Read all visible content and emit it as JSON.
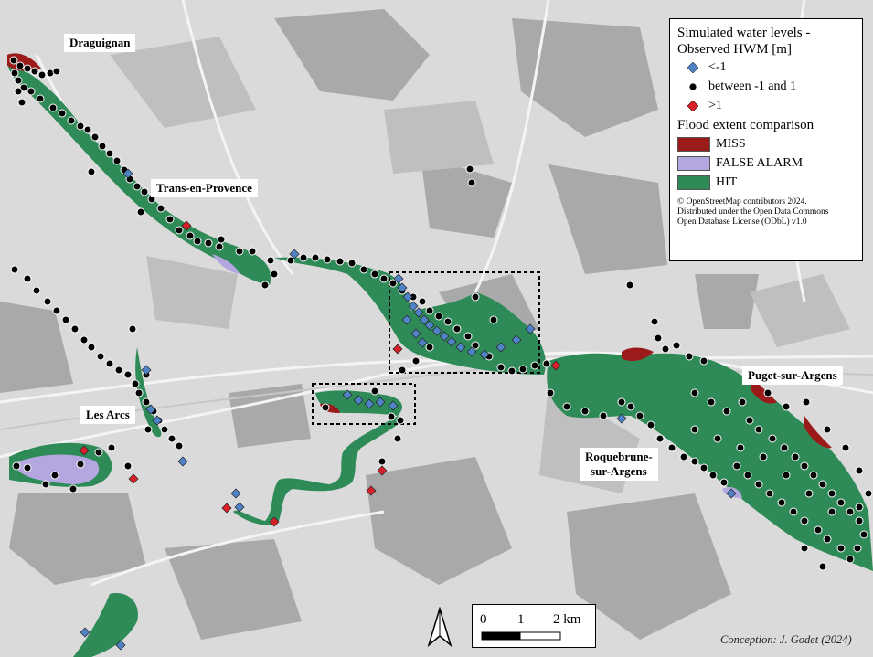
{
  "colors": {
    "background": "#d9d9d9",
    "hit": "#2e8b57",
    "miss": "#9b1b1b",
    "false_alarm": "#b4a7e0",
    "hwm_low": "#4f82c6",
    "hwm_mid": "#000000",
    "hwm_high": "#d7202a",
    "road": "#f2f2f2",
    "dark_landcover": "#9a9a9a"
  },
  "places": {
    "draguignan": "Draguignan",
    "trans_en_provence": "Trans-en-Provence",
    "les_arcs": "Les Arcs",
    "roquebrune_line1": "Roquebrune-",
    "roquebrune_line2": "sur-Argens",
    "puget": "Puget-sur-Argens"
  },
  "legend": {
    "title_line1": "Simulated water levels -",
    "title_line2": "Observed HWM [m]",
    "hwm_low": "<-1",
    "hwm_mid": "between -1 and 1",
    "hwm_high": ">1",
    "flood_title": "Flood extent comparison",
    "miss": "MISS",
    "false_alarm": "FALSE ALARM",
    "hit": "HIT",
    "attrib1": "© OpenStreetMap contributors 2024.",
    "attrib2": "Distributed under the Open Data Commons",
    "attrib3": "Open Database License (ODbL) v1.0"
  },
  "scalebar": {
    "tick0": "0",
    "tick1": "1",
    "tick2": "2 km"
  },
  "north_arrow": "north-arrow-icon",
  "credit": "Conception: J. Godet (2024)"
}
